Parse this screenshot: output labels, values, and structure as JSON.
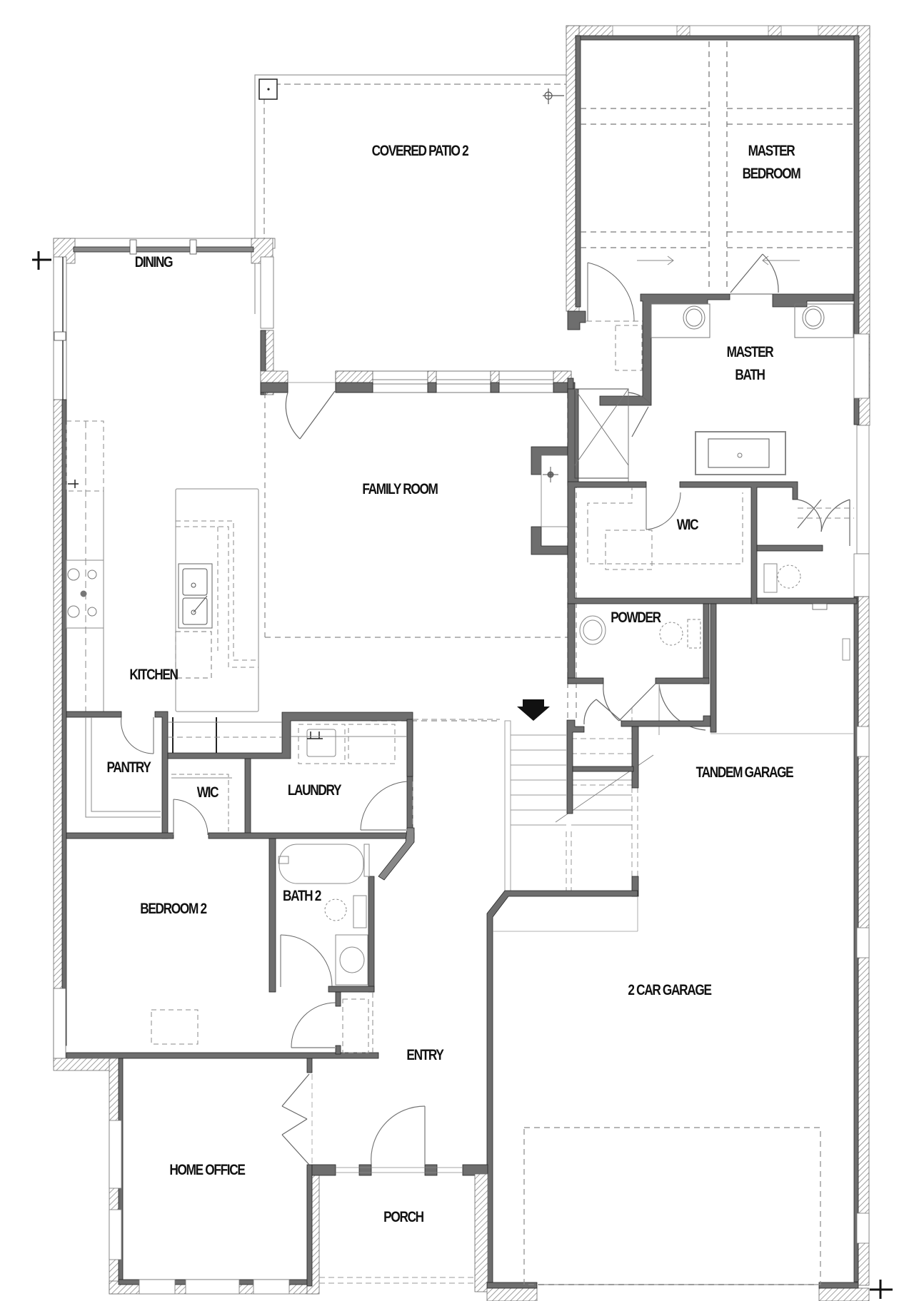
{
  "plan": {
    "type": "floor-plan",
    "colors": {
      "wall_fill": "#6e6e6e",
      "wall_stroke": "#222222",
      "hatch": "#888888",
      "dashed": "#8a8a8a",
      "thin": "#9a9a9a",
      "label": "#111111",
      "background": "#ffffff"
    },
    "rooms": [
      {
        "id": "covered-patio-2",
        "label": "COVERED PATIO 2",
        "lines": [
          "COVERED PATIO 2"
        ]
      },
      {
        "id": "master-bedroom",
        "label": "MASTER BEDROOM",
        "lines": [
          "MASTER",
          "BEDROOM"
        ]
      },
      {
        "id": "dining",
        "label": "DINING",
        "lines": [
          "DINING"
        ]
      },
      {
        "id": "master-bath",
        "label": "MASTER BATH",
        "lines": [
          "MASTER",
          "BATH"
        ]
      },
      {
        "id": "family-room",
        "label": "FAMILY ROOM",
        "lines": [
          "FAMILY ROOM"
        ]
      },
      {
        "id": "master-wic",
        "label": "WIC",
        "lines": [
          "WIC"
        ]
      },
      {
        "id": "powder",
        "label": "POWDER",
        "lines": [
          "POWDER"
        ]
      },
      {
        "id": "kitchen",
        "label": "KITCHEN",
        "lines": [
          "KITCHEN"
        ]
      },
      {
        "id": "pantry",
        "label": "PANTRY",
        "lines": [
          "PANTRY"
        ]
      },
      {
        "id": "wic-2",
        "label": "WIC",
        "lines": [
          "WIC"
        ]
      },
      {
        "id": "laundry",
        "label": "LAUNDRY",
        "lines": [
          "LAUNDRY"
        ]
      },
      {
        "id": "tandem-garage",
        "label": "TANDEM GARAGE",
        "lines": [
          "TANDEM GARAGE"
        ]
      },
      {
        "id": "bedroom-2",
        "label": "BEDROOM 2",
        "lines": [
          "BEDROOM 2"
        ]
      },
      {
        "id": "bath-2",
        "label": "BATH 2",
        "lines": [
          "BATH 2"
        ]
      },
      {
        "id": "2-car-garage",
        "label": "2 CAR GARAGE",
        "lines": [
          "2 CAR GARAGE"
        ]
      },
      {
        "id": "entry",
        "label": "ENTRY",
        "lines": [
          "ENTRY"
        ]
      },
      {
        "id": "home-office",
        "label": "HOME OFFICE",
        "lines": [
          "HOME OFFICE"
        ]
      },
      {
        "id": "porch",
        "label": "PORCH",
        "lines": [
          "PORCH"
        ]
      }
    ],
    "markers": {
      "datum_symbol": "+",
      "stair_direction_icon": "arrow-down"
    }
  }
}
